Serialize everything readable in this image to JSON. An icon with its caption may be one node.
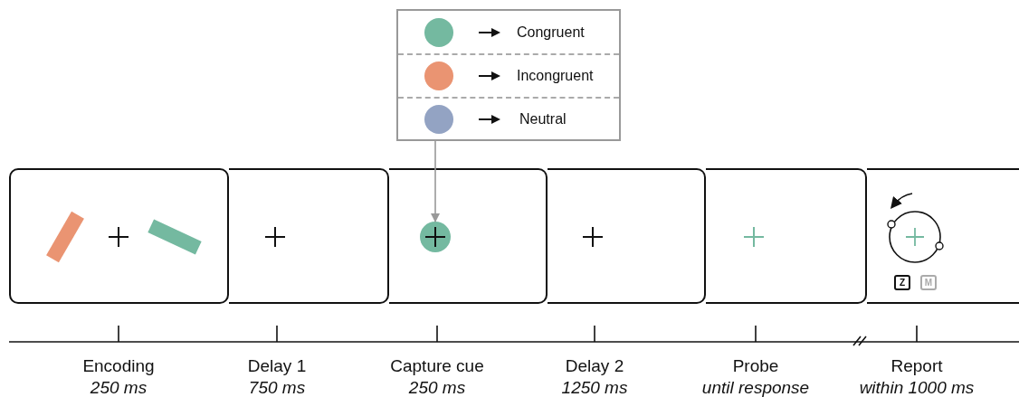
{
  "diagram": {
    "nodes": [
      {
        "text": [],
        "shape": "box"
      },
      {
        "text": [],
        "shape": "box"
      },
      {
        "text": [],
        "shape": "box"
      },
      {
        "text": [],
        "shape": "box"
      },
      {
        "text": [],
        "shape": "circle",
        "in": 3
      },
      {
        "text": [],
        "shape": "box"
      },
      {
        "text": [],
        "shape": "box"
      },
      {
        "text": [],
        "shape": "box"
      }
    ],
    "edges": [
      {
        "from": 0,
        "to": 4,
        "arrow": "to"
      }
    ],
    "labels": [
      "Z",
      "M",
      "Encoding",
      "250 ms",
      "Delay 1",
      "750 ms",
      "Capture cue",
      "250 ms",
      "Delay 2",
      "1250 ms",
      "Probe",
      "until response",
      "Report",
      "within 1000 ms"
    ],
    "legend": [
      {
        "text": "Congruent",
        "color": "#74b9a0"
      },
      {
        "text": "Incongruent",
        "color": "#ea9472"
      },
      {
        "text": "Neutral",
        "color": "#93a3c3"
      }
    ]
  }
}
